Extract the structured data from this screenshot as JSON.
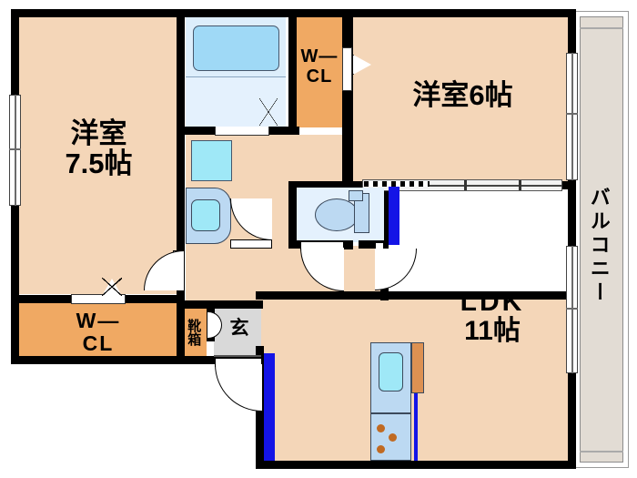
{
  "document": {
    "type": "floor-plan",
    "layout_name": "2LDK apartment floor plan",
    "orientation": "plan-view"
  },
  "colors": {
    "room_floor": "#f4d6b8",
    "closet_floor": "#f0a963",
    "balcony_floor": "#e2dcd4",
    "entrance_floor": "#d9d9d9",
    "wet_area": "#ddeefb",
    "bathtub": "#9fd9f6",
    "fixture_blue": "#bcd9f2",
    "accent_cyan": "#9fe8f7",
    "wall": "#000000",
    "post_blue": "#1414e6",
    "burner": "#c06a22"
  },
  "rooms": [
    {
      "id": "washitsu-75",
      "name": "洋室",
      "size": "7.5帖",
      "label_line1": "洋室",
      "label_line2": "7.5帖",
      "type": "western-room"
    },
    {
      "id": "washitsu-6",
      "name": "洋室6帖",
      "size": "6帖",
      "label_line1": "洋室6帖",
      "label_line2": "",
      "type": "western-room"
    },
    {
      "id": "ldk-11",
      "name": "LDK",
      "size": "11帖",
      "label_line1": "LDK",
      "label_line2": "11帖",
      "type": "living-dining-kitchen"
    },
    {
      "id": "wcl-top",
      "name": "W-CL",
      "label_line1": "W―",
      "label_line2": "CL",
      "type": "walk-in-closet"
    },
    {
      "id": "wcl-bottom",
      "name": "W-CL",
      "label_line1": "W―",
      "label_line2": "CL",
      "type": "walk-in-closet"
    },
    {
      "id": "balcony",
      "name": "バルコニー",
      "label_line1": "バルコニー",
      "type": "balcony"
    },
    {
      "id": "genkan",
      "name": "玄",
      "label_line1": "玄",
      "type": "entrance"
    },
    {
      "id": "kutsubako",
      "name": "靴箱",
      "label_line1": "靴箱",
      "type": "shoe-cabinet"
    }
  ],
  "labels": {
    "washitsu_75_line1": "洋室",
    "washitsu_75_line2": "7.5帖",
    "washitsu_6": "洋室6帖",
    "ldk_line1": "LDK",
    "ldk_line2": "11帖",
    "wcl_top_line1": "W―",
    "wcl_top_line2": "CL",
    "wcl_bottom_line1": "W―",
    "wcl_bottom_line2": "CL",
    "balcony": "バルコニー",
    "genkan": "玄",
    "kutsubako": "靴箱"
  },
  "fixtures": [
    {
      "id": "bathtub",
      "name": "bathtub",
      "room": "bathroom"
    },
    {
      "id": "bathroom-floor",
      "name": "bathroom-floor",
      "room": "bathroom"
    },
    {
      "id": "washing-machine",
      "name": "washing-machine-pan",
      "room": "washroom"
    },
    {
      "id": "vanity-sink",
      "name": "vanity-sink",
      "room": "washroom"
    },
    {
      "id": "toilet",
      "name": "toilet",
      "room": "toilet"
    },
    {
      "id": "toilet-tank",
      "name": "toilet-tank",
      "room": "toilet"
    },
    {
      "id": "kitchen-sink",
      "name": "kitchen-sink",
      "room": "ldk"
    },
    {
      "id": "stove",
      "name": "gas-stove-3-burner",
      "room": "ldk"
    },
    {
      "id": "counter",
      "name": "kitchen-counter",
      "room": "ldk"
    }
  ],
  "openings": [
    {
      "id": "win-left-1",
      "name": "window",
      "wall": "west",
      "room": "washitsu-75"
    },
    {
      "id": "win-left-2",
      "name": "window",
      "wall": "west",
      "room": "washitsu-75"
    },
    {
      "id": "win-right-1",
      "name": "window",
      "wall": "east",
      "room": "washitsu-6"
    },
    {
      "id": "win-right-2",
      "name": "window",
      "wall": "east",
      "room": "ldk"
    },
    {
      "id": "slider-6jo",
      "name": "sliding-partition",
      "between": "washitsu-6 / ldk"
    },
    {
      "id": "door-entry",
      "name": "entry-door",
      "room": "genkan"
    },
    {
      "id": "door-hall-1",
      "name": "hinged-door",
      "room": "washitsu-75"
    },
    {
      "id": "door-wash",
      "name": "hinged-door",
      "room": "washroom"
    },
    {
      "id": "door-toilet",
      "name": "hinged-door",
      "room": "toilet"
    },
    {
      "id": "door-ldk",
      "name": "hinged-door",
      "room": "ldk"
    },
    {
      "id": "closet-top-slider",
      "name": "sliding-closet-door",
      "room": "wcl-top"
    },
    {
      "id": "closet-bottom-slider",
      "name": "sliding-closet-door",
      "room": "wcl-bottom"
    }
  ]
}
